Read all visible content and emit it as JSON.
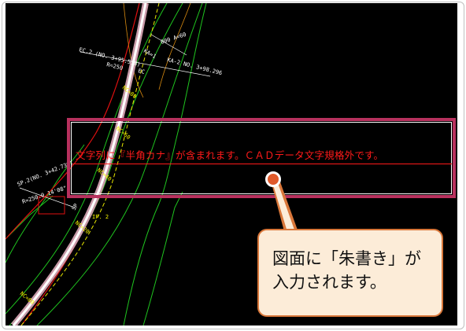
{
  "cad_view": {
    "labels": {
      "ec_station": "EC.2 (NO. 3+95.518)",
      "ec_radius": "R=250",
      "ec_short": "EC",
      "kp_a": "KA-2 NO. 3+98.296",
      "kp_b": "KA=1",
      "a_value": "000 A=60",
      "nc_80": "NC=80",
      "nc_60": "NC=60",
      "nc_40": "NC=40",
      "nc_20": "NC=20",
      "nc_bottom": "NC=80",
      "sp_station": "SP.2(NO. 3+42.736)",
      "sp_radius": "R=250.0  14'08\"",
      "ip": "IP. 2",
      "sp_short": "SP"
    }
  },
  "redline": {
    "message": "文字列に『半角カナ』が含まれます。ＣＡＤデータ文字規格外です。"
  },
  "callout": {
    "line1": "図面に「朱書き」が",
    "line2": "入力されます。"
  },
  "colors": {
    "canvas": "#000000",
    "annotation_frame": "#b8315e",
    "redline": "#ff1a1a",
    "callout_fill": "#fcecd8",
    "callout_border": "#d9773a",
    "marker": "#e05a2b"
  }
}
